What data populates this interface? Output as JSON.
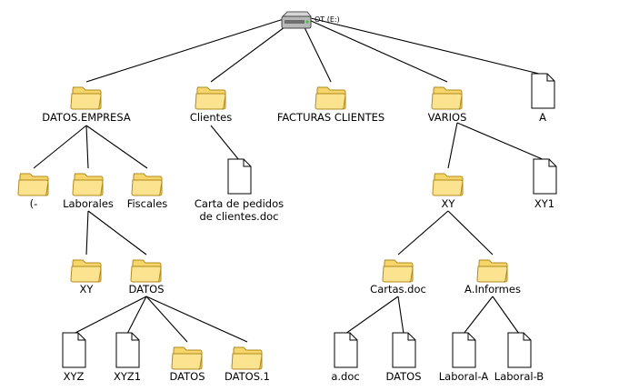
{
  "root": {
    "label": "OT (E:)",
    "icon": "drive-icon"
  },
  "nodes": [
    {
      "label": "DATOS.EMPRESA",
      "icon": "folder-icon"
    },
    {
      "label": "Clientes",
      "icon": "folder-icon"
    },
    {
      "label": "FACTURAS CLIENTES",
      "icon": "folder-icon"
    },
    {
      "label": "VARIOS",
      "icon": "folder-icon"
    },
    {
      "label": "A",
      "icon": "document-icon"
    },
    {
      "label": "(-",
      "icon": "folder-icon"
    },
    {
      "label": "Laborales",
      "icon": "folder-icon"
    },
    {
      "label": "Fiscales",
      "icon": "folder-icon"
    },
    {
      "label": "Carta de pedidos\nde clientes.doc",
      "icon": "document-icon"
    },
    {
      "label": "XY",
      "icon": "folder-icon"
    },
    {
      "label": "XY1",
      "icon": "document-icon"
    },
    {
      "label": "XY",
      "icon": "folder-icon"
    },
    {
      "label": "DATOS",
      "icon": "folder-icon"
    },
    {
      "label": "Cartas.doc",
      "icon": "folder-icon"
    },
    {
      "label": "A.Informes",
      "icon": "folder-icon"
    },
    {
      "label": "XYZ",
      "icon": "document-icon"
    },
    {
      "label": "XYZ1",
      "icon": "document-icon"
    },
    {
      "label": "DATOS",
      "icon": "folder-icon"
    },
    {
      "label": "DATOS.1",
      "icon": "folder-icon"
    },
    {
      "label": "a.doc",
      "icon": "document-icon"
    },
    {
      "label": "DATOS",
      "icon": "document-icon"
    },
    {
      "label": "Laboral-A",
      "icon": "document-icon"
    },
    {
      "label": "Laboral-B",
      "icon": "document-icon"
    }
  ],
  "colors": {
    "folder_fill": "#f6d66a",
    "folder_front": "#fbe38f",
    "folder_outline": "#b08a1e",
    "doc_fill": "#ffffff",
    "doc_outline": "#000000",
    "line": "#000000"
  }
}
